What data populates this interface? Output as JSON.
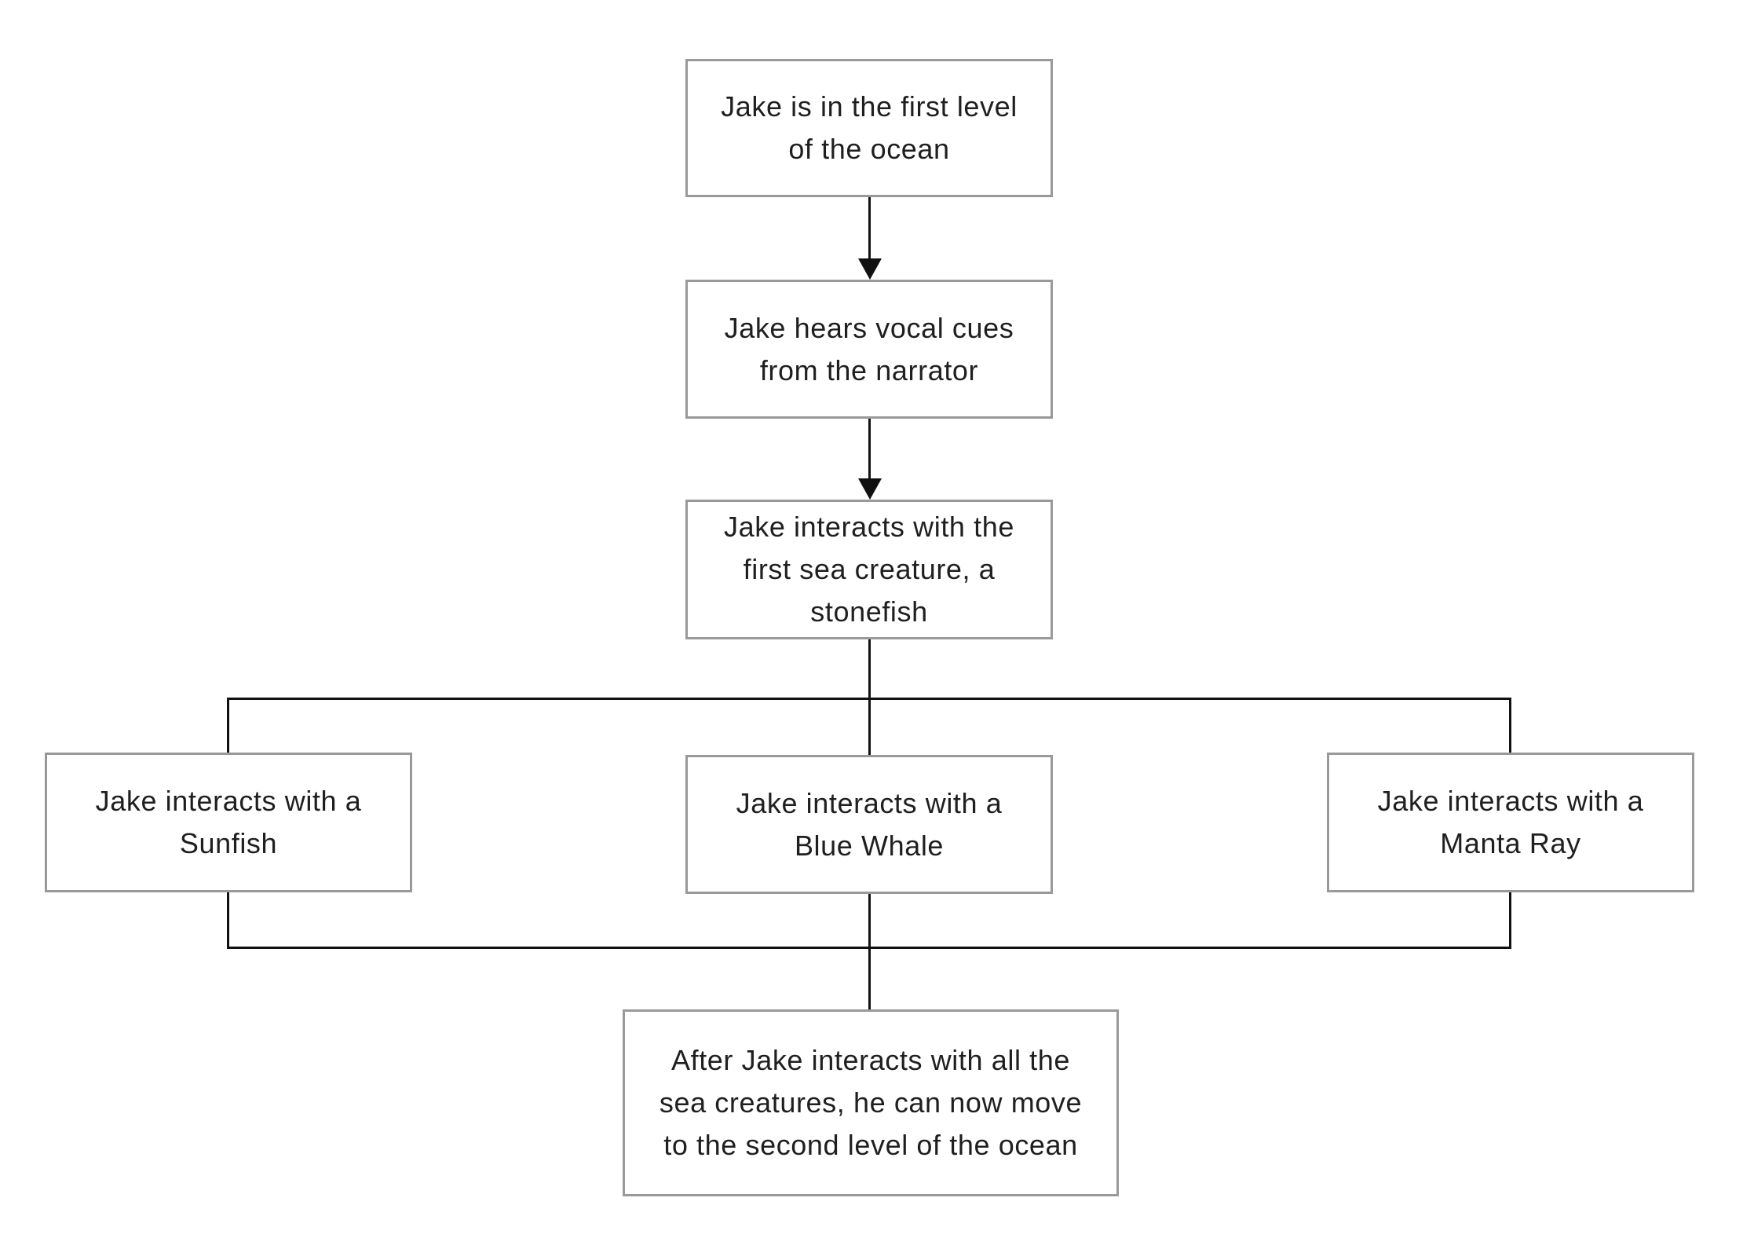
{
  "nodes": {
    "level1": {
      "text": "Jake is in the first level\nof the ocean"
    },
    "narrator": {
      "text": "Jake hears vocal cues\nfrom the narrator"
    },
    "stonefish": {
      "text": "Jake interacts with the\nfirst sea creature, a\nstonefish"
    },
    "sunfish": {
      "text": "Jake interacts with a\nSunfish"
    },
    "blue_whale": {
      "text": "Jake interacts with a\nBlue Whale"
    },
    "manta_ray": {
      "text": "Jake interacts with a\nManta Ray"
    },
    "level2": {
      "text": "After Jake interacts with all the\nsea creatures, he can now move\nto the second level of the ocean"
    }
  },
  "edges": [
    {
      "from": "level1",
      "to": "narrator",
      "arrow": true
    },
    {
      "from": "narrator",
      "to": "stonefish",
      "arrow": true
    },
    {
      "from": "stonefish",
      "to": "sunfish",
      "arrow": false
    },
    {
      "from": "stonefish",
      "to": "blue_whale",
      "arrow": false
    },
    {
      "from": "stonefish",
      "to": "manta_ray",
      "arrow": false
    },
    {
      "from": "sunfish",
      "to": "level2",
      "arrow": false
    },
    {
      "from": "blue_whale",
      "to": "level2",
      "arrow": false
    },
    {
      "from": "manta_ray",
      "to": "level2",
      "arrow": false
    }
  ],
  "colors": {
    "box_border": "#999999",
    "box_fill": "#ffffff",
    "text": "#1f1f1f",
    "connector": "#111111",
    "background": "#ffffff"
  }
}
